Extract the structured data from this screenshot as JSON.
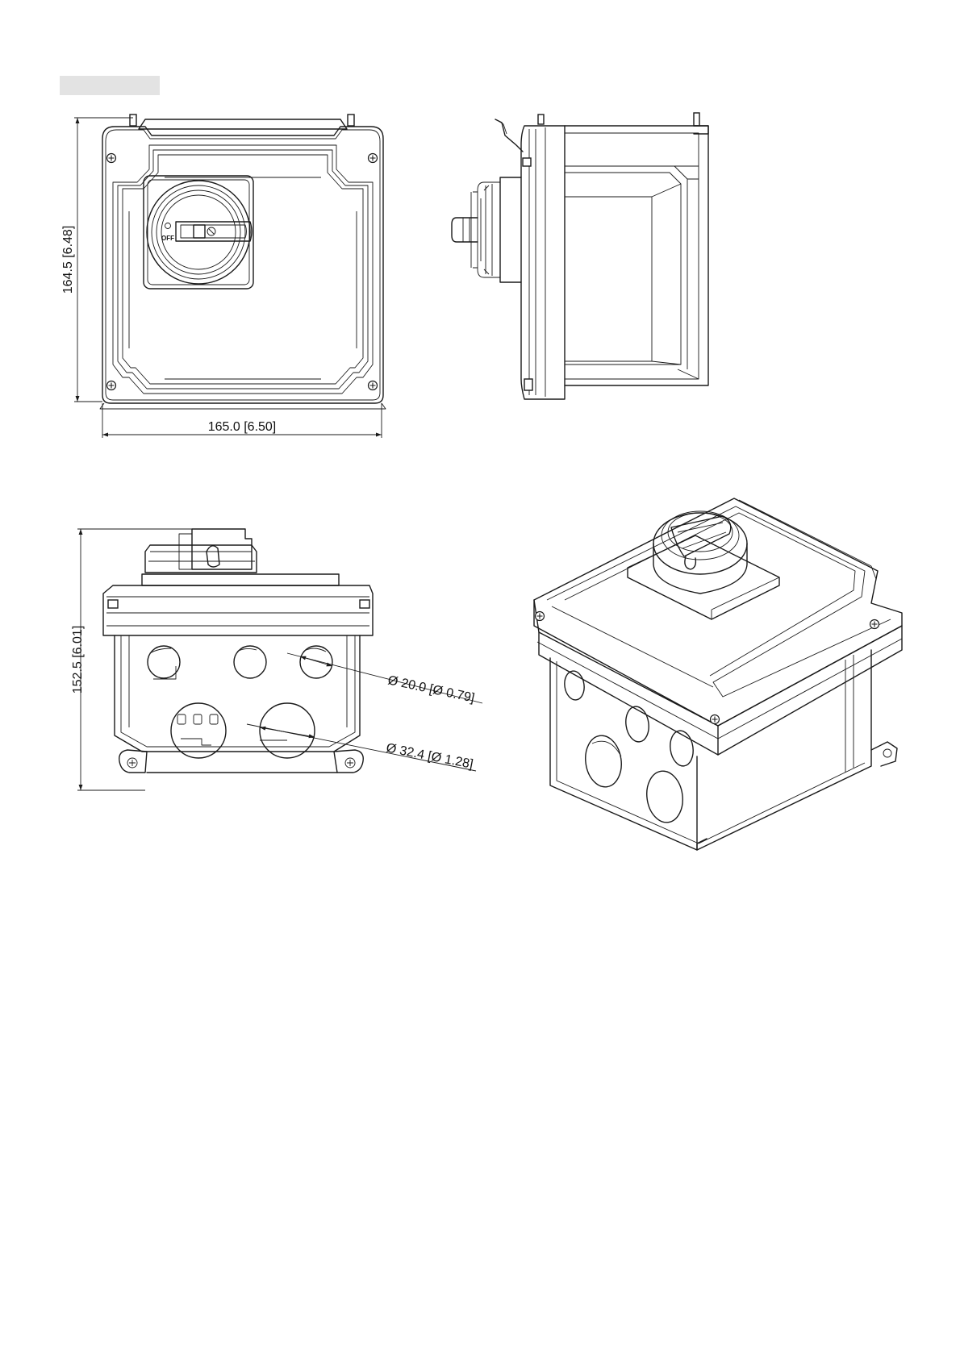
{
  "title_placeholder_color": "#e3e3e3",
  "line_color": "#1a1a1a",
  "dimensions": {
    "front_height": "164.5 [6.48]",
    "front_width": "165.0 [6.50]",
    "bottom_height": "152.5 [6.01]",
    "small_hole": "Ø 20.0 [Ø 0.79]",
    "large_hole": "Ø 32.4 [Ø 1.28]"
  },
  "switch_label": "OFF"
}
